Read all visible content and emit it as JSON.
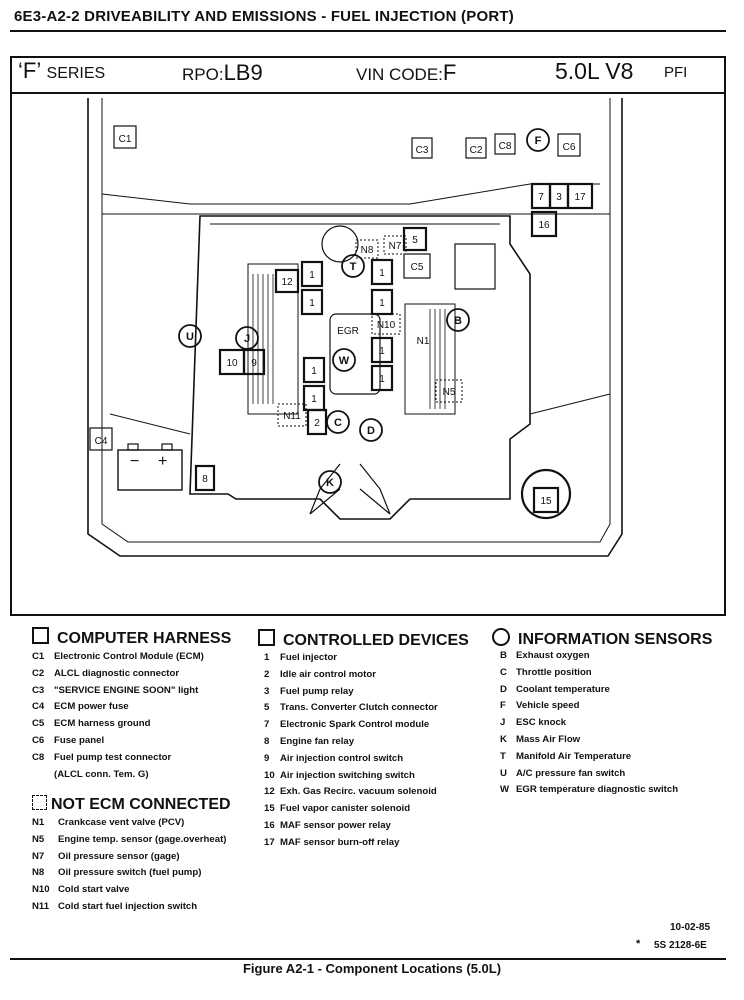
{
  "header": {
    "title": "6E3-A2-2  DRIVEABILITY AND EMISSIONS - FUEL INJECTION (PORT)"
  },
  "subheader": {
    "series_mark": "‘F’",
    "series_word": "SERIES",
    "rpo_label": "RPO:",
    "rpo_value": "LB9",
    "vin_label": "VIN CODE:",
    "vin_value": "F",
    "engine": "5.0L  V8",
    "fuel_system": "PFI"
  },
  "diagram_labels": {
    "c1": "C1",
    "c2": "C2",
    "c3": "C3",
    "c4": "C4",
    "c5": "C5",
    "c6": "C6",
    "c8": "C8",
    "f": "F",
    "t": "T",
    "j": "J",
    "u": "U",
    "w": "W",
    "b": "B",
    "c": "C",
    "d": "D",
    "k": "K",
    "n1": "N1",
    "n5": "N5",
    "n7": "N7",
    "n8": "N8",
    "n10": "N10",
    "n11": "N11",
    "egr": "EGR",
    "d1": "1",
    "d2": "2",
    "d3": "3",
    "d5": "5",
    "d7": "7",
    "d8": "8",
    "d9": "9",
    "d10": "10",
    "d12": "12",
    "d15": "15",
    "d16": "16",
    "d17": "17",
    "battery_minus": "−",
    "battery_plus": "+"
  },
  "legend": {
    "computer_harness": {
      "title": "COMPUTER HARNESS",
      "items": [
        {
          "code": "C1",
          "text": "Electronic Control Module (ECM)"
        },
        {
          "code": "C2",
          "text": "ALCL diagnostic connector"
        },
        {
          "code": "C3",
          "text": "\"SERVICE ENGINE SOON\" light"
        },
        {
          "code": "C4",
          "text": "ECM power fuse"
        },
        {
          "code": "C5",
          "text": "ECM harness ground"
        },
        {
          "code": "C6",
          "text": "Fuse panel"
        },
        {
          "code": "C8",
          "text": "Fuel pump test connector"
        },
        {
          "code": "",
          "text": "(ALCL conn. Tem. G)"
        }
      ]
    },
    "not_ecm": {
      "title": "NOT ECM CONNECTED",
      "items": [
        {
          "code": "N1",
          "text": "Crankcase vent  valve (PCV)"
        },
        {
          "code": "N5",
          "text": "Engine temp. sensor (gage.overheat)"
        },
        {
          "code": "N7",
          "text": "Oil pressure sensor (gage)"
        },
        {
          "code": "N8",
          "text": "Oil pressure switch (fuel pump)"
        },
        {
          "code": "N10",
          "text": "Cold start  valve"
        },
        {
          "code": "N11",
          "text": "Cold start fuel injection switch"
        }
      ]
    },
    "controlled_devices": {
      "title": "CONTROLLED DEVICES",
      "items": [
        {
          "code": "1",
          "text": "Fuel injector"
        },
        {
          "code": "2",
          "text": "Idle air control motor"
        },
        {
          "code": "3",
          "text": "Fuel pump relay"
        },
        {
          "code": "5",
          "text": "Trans. Converter Clutch connector"
        },
        {
          "code": "7",
          "text": "Electronic Spark Control module"
        },
        {
          "code": "8",
          "text": "Engine fan relay"
        },
        {
          "code": "9",
          "text": "Air injection control switch"
        },
        {
          "code": "10",
          "text": "Air injection switching switch"
        },
        {
          "code": "12",
          "text": "Exh. Gas Recirc. vacuum solenoid"
        },
        {
          "code": "15",
          "text": "Fuel vapor canister solenoid"
        },
        {
          "code": "16",
          "text": "MAF sensor power relay"
        },
        {
          "code": "17",
          "text": "MAF sensor burn-off relay"
        }
      ]
    },
    "information_sensors": {
      "title": "INFORMATION SENSORS",
      "items": [
        {
          "code": "B",
          "text": "Exhaust oxygen"
        },
        {
          "code": "C",
          "text": "Throttle position"
        },
        {
          "code": "D",
          "text": "Coolant temperature"
        },
        {
          "code": "F",
          "text": "Vehicle speed"
        },
        {
          "code": "J",
          "text": "ESC knock"
        },
        {
          "code": "K",
          "text": "Mass Air Flow"
        },
        {
          "code": "T",
          "text": "Manifold Air Temperature"
        },
        {
          "code": "U",
          "text": "A/C pressure fan switch"
        },
        {
          "code": "W",
          "text": "EGR temperature diagnostic switch"
        }
      ]
    }
  },
  "footer": {
    "date": "10-02-85",
    "star": "*",
    "number": "5S 2128-6E"
  },
  "caption": "Figure A2-1 - Component Locations (5.0L)"
}
